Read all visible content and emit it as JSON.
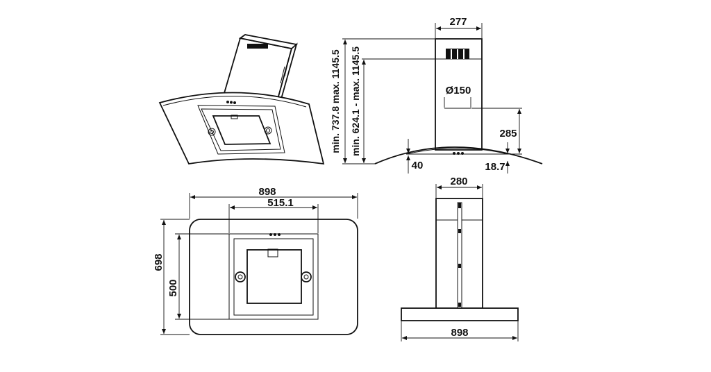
{
  "dimensions": {
    "side_view": {
      "chimney_width": "277",
      "height_range_a": "min. 737.8 max. 1145.5",
      "height_range_b": "min. 624.1 - max. 1145.5",
      "duct_diameter": "Ø150",
      "canopy_height": "285",
      "canopy_thickness": "40",
      "tip_offset": "18.7"
    },
    "bottom_view": {
      "overall_width": "898",
      "filter_width": "515.1",
      "overall_depth": "698",
      "filter_depth": "500"
    },
    "front_view": {
      "chimney_width": "280",
      "overall_width": "898"
    }
  }
}
